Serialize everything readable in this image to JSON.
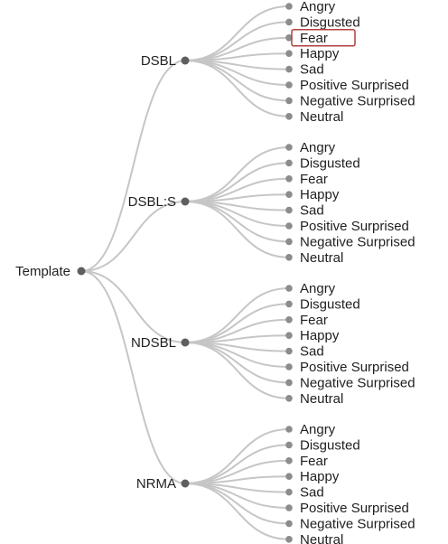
{
  "tree": {
    "root": {
      "label": "Template"
    },
    "branches": [
      {
        "label": "DSBL",
        "leaves": [
          "Angry",
          "Disgusted",
          "Fear",
          "Happy",
          "Sad",
          "Positive Surprised",
          "Negative Surprised",
          "Neutral"
        ],
        "highlighted_leaf": "Fear"
      },
      {
        "label": "DSBL:S",
        "leaves": [
          "Angry",
          "Disgusted",
          "Fear",
          "Happy",
          "Sad",
          "Positive Surprised",
          "Negative Surprised",
          "Neutral"
        ]
      },
      {
        "label": "NDSBL",
        "leaves": [
          "Angry",
          "Disgusted",
          "Fear",
          "Happy",
          "Sad",
          "Positive Surprised",
          "Negative Surprised",
          "Neutral"
        ]
      },
      {
        "label": "NRMA",
        "leaves": [
          "Angry",
          "Disgusted",
          "Fear",
          "Happy",
          "Sad",
          "Positive Surprised",
          "Negative Surprised",
          "Neutral"
        ]
      }
    ]
  },
  "colors": {
    "link": "#c6c6c6",
    "node": "#5f5f5f",
    "leaf_dot": "#8c8c8c",
    "text": "#1f1f1f",
    "highlight_box": "#b0413e"
  }
}
